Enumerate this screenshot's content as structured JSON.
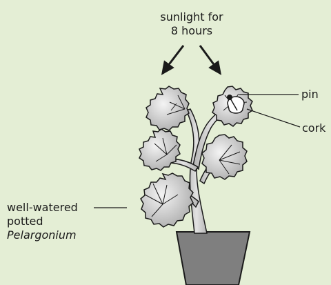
{
  "labels": {
    "sunlight_line1": "sunlight for",
    "sunlight_line2": "8 hours",
    "pin": "pin",
    "cork": "cork",
    "plant_line1": "well-watered",
    "plant_line2": "potted",
    "plant_line3": "Pelargonium"
  },
  "colors": {
    "background": "#e4eed5",
    "leaf_fill": "#d7d7d7",
    "stem_fill": "#c8c8c8",
    "pot_fill": "#7f7f7f",
    "outline": "#1a1a1a"
  }
}
